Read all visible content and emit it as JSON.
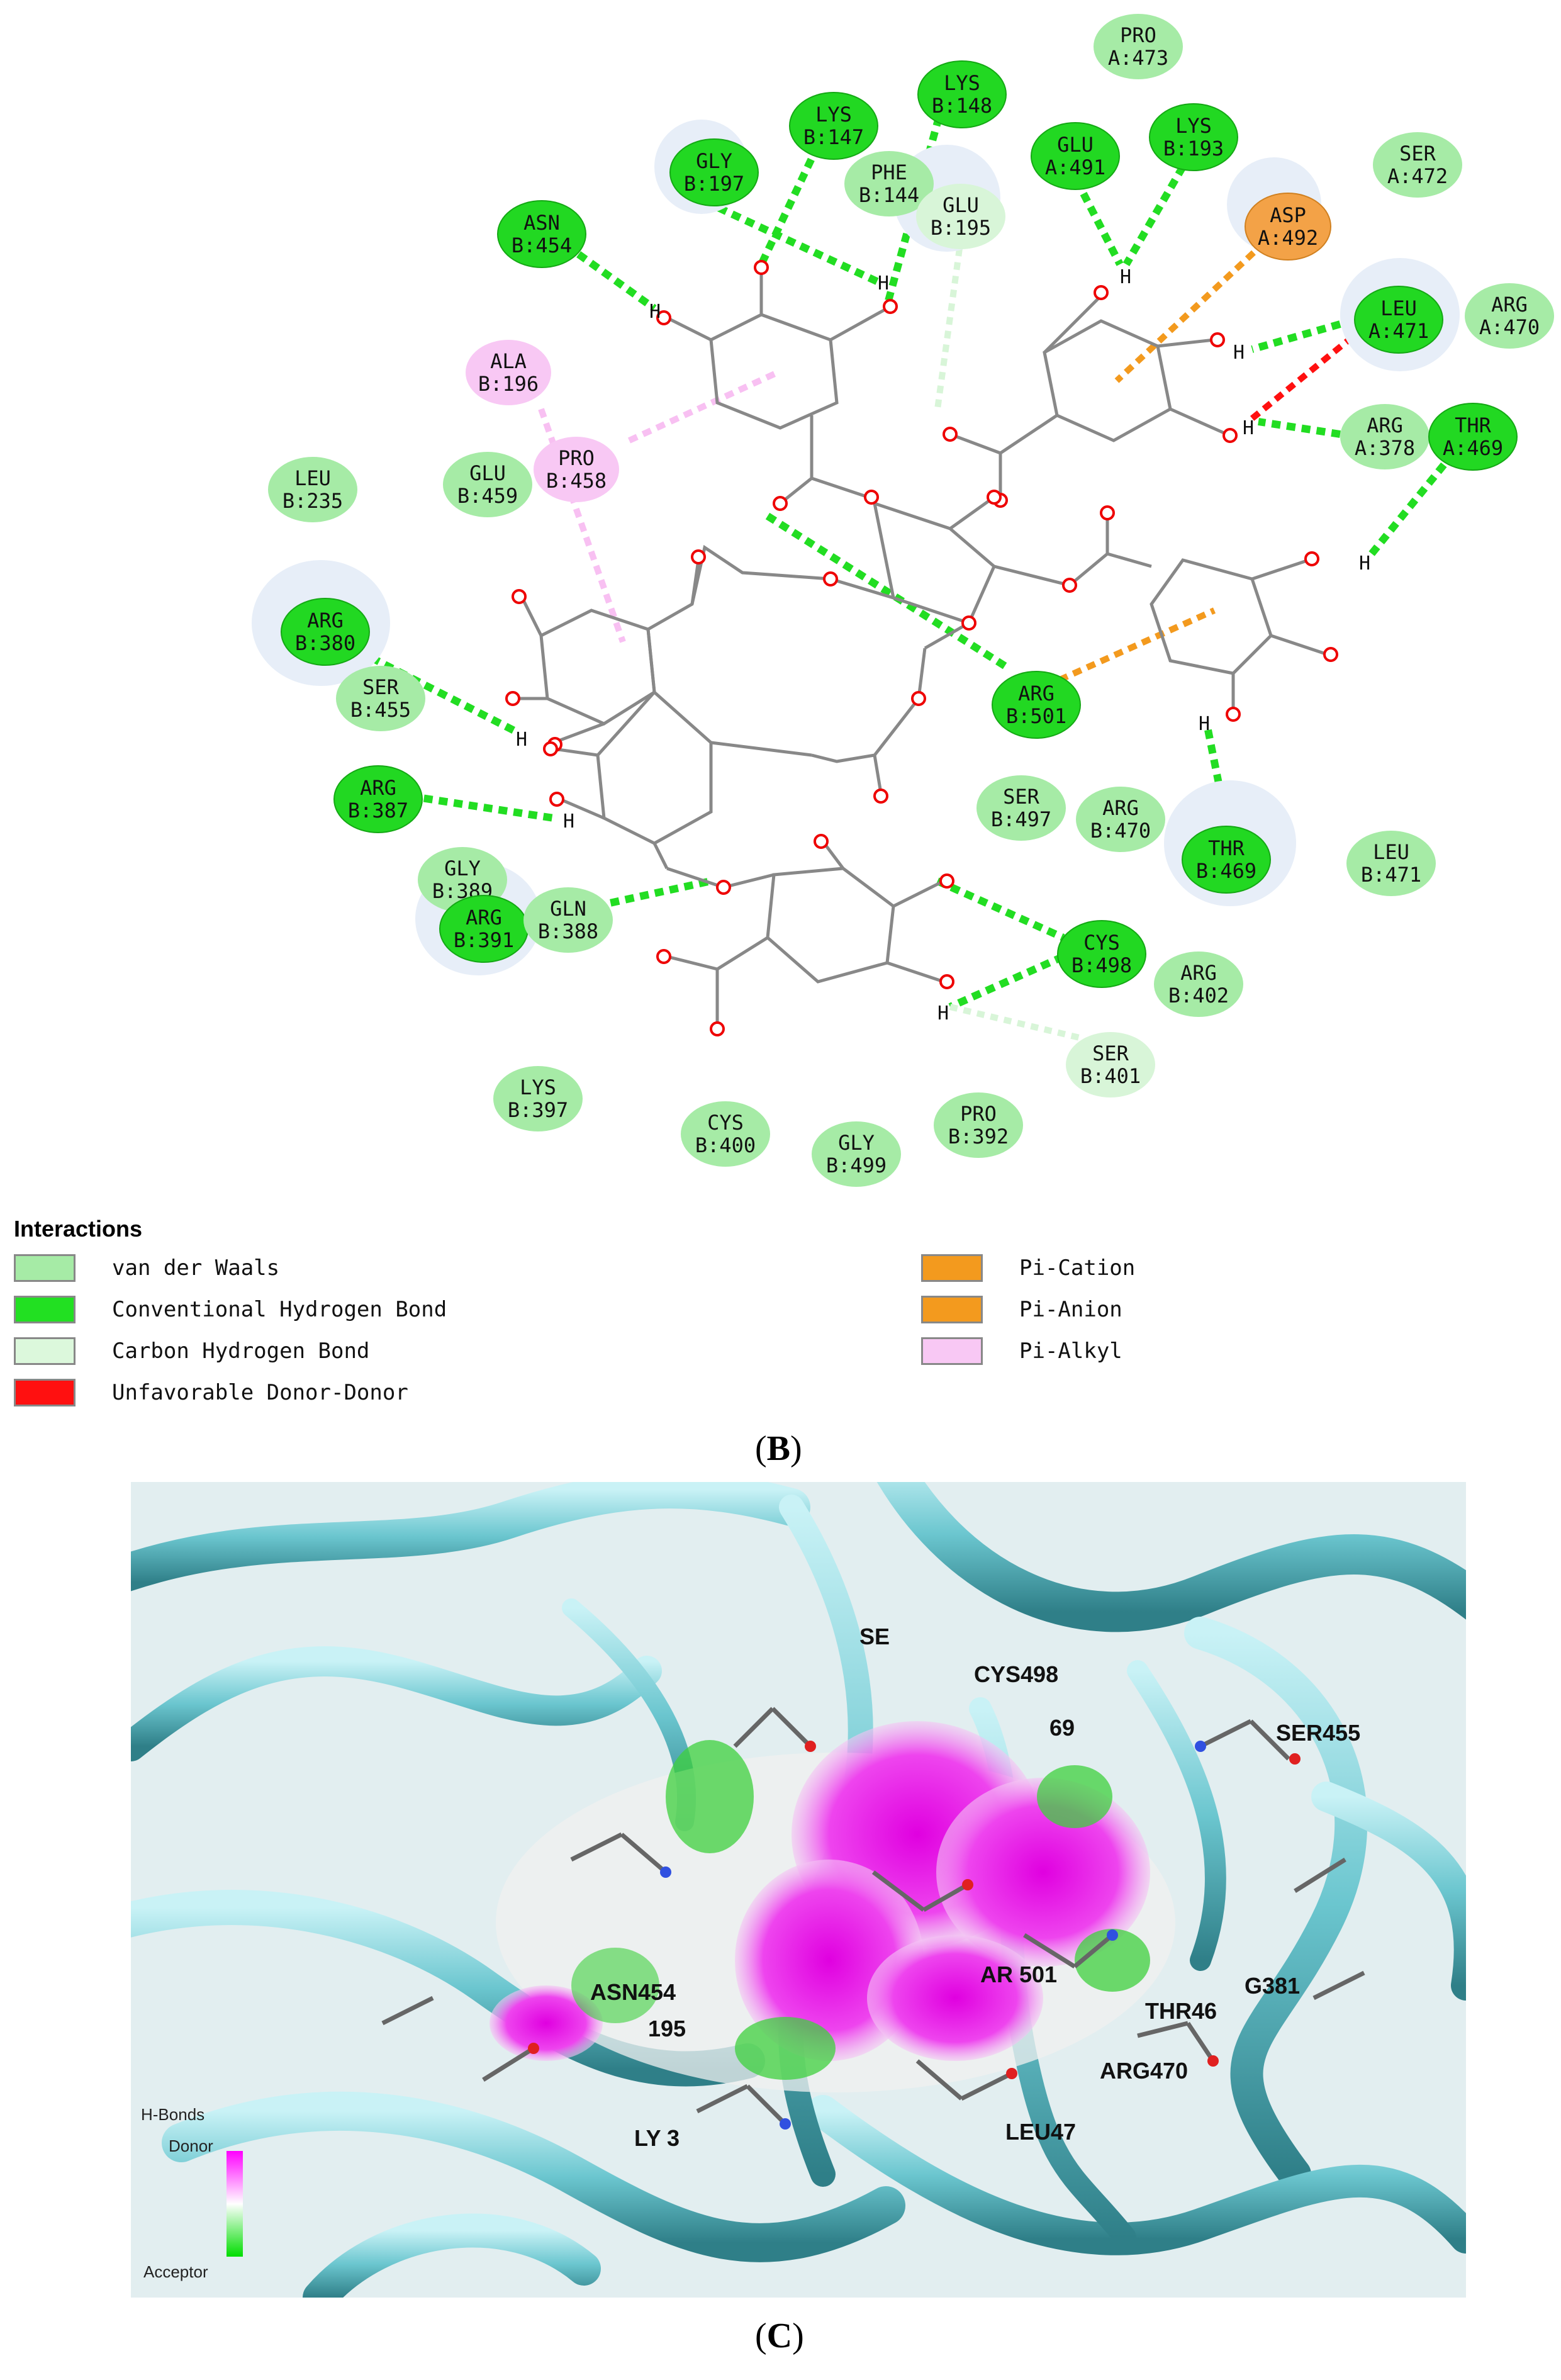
{
  "residues": [
    {
      "id": "PRO A:473",
      "l1": "PRO",
      "l2": "A:473",
      "type": "vdw"
    },
    {
      "id": "LYS B:148",
      "l1": "LYS",
      "l2": "B:148",
      "type": "hb"
    },
    {
      "id": "LYS B:147",
      "l1": "LYS",
      "l2": "B:147",
      "type": "hb"
    },
    {
      "id": "GLU A:491",
      "l1": "GLU",
      "l2": "A:491",
      "type": "hb"
    },
    {
      "id": "LYS B:193",
      "l1": "LYS",
      "l2": "B:193",
      "type": "hb"
    },
    {
      "id": "SER A:472",
      "l1": "SER",
      "l2": "A:472",
      "type": "vdw"
    },
    {
      "id": "GLY B:197",
      "l1": "GLY",
      "l2": "B:197",
      "type": "hb"
    },
    {
      "id": "PHE B:144",
      "l1": "PHE",
      "l2": "B:144",
      "type": "vdw"
    },
    {
      "id": "GLU B:195",
      "l1": "GLU",
      "l2": "B:195",
      "type": "ch"
    },
    {
      "id": "ASP A:492",
      "l1": "ASP",
      "l2": "A:492",
      "type": "pic"
    },
    {
      "id": "ASN B:454",
      "l1": "ASN",
      "l2": "B:454",
      "type": "hb"
    },
    {
      "id": "LEU A:471",
      "l1": "LEU",
      "l2": "A:471",
      "type": "hb"
    },
    {
      "id": "ARG A:470",
      "l1": "ARG",
      "l2": "A:470",
      "type": "vdw"
    },
    {
      "id": "ALA B:196",
      "l1": "ALA",
      "l2": "B:196",
      "type": "pia"
    },
    {
      "id": "PRO B:458",
      "l1": "PRO",
      "l2": "B:458",
      "type": "pia"
    },
    {
      "id": "ARG A:378",
      "l1": "ARG",
      "l2": "A:378",
      "type": "vdw"
    },
    {
      "id": "THR A:469",
      "l1": "THR",
      "l2": "A:469",
      "type": "hb"
    },
    {
      "id": "LEU B:235",
      "l1": "LEU",
      "l2": "B:235",
      "type": "vdw"
    },
    {
      "id": "GLU B:459",
      "l1": "GLU",
      "l2": "B:459",
      "type": "vdw"
    },
    {
      "id": "ARG B:380",
      "l1": "ARG",
      "l2": "B:380",
      "type": "hb"
    },
    {
      "id": "SER B:455",
      "l1": "SER",
      "l2": "B:455",
      "type": "vdw"
    },
    {
      "id": "ARG B:501",
      "l1": "ARG",
      "l2": "B:501",
      "type": "hb"
    },
    {
      "id": "ARG B:387",
      "l1": "ARG",
      "l2": "B:387",
      "type": "hb"
    },
    {
      "id": "SER B:497",
      "l1": "SER",
      "l2": "B:497",
      "type": "vdw"
    },
    {
      "id": "ARG B:470",
      "l1": "ARG",
      "l2": "B:470",
      "type": "vdw"
    },
    {
      "id": "THR B:469",
      "l1": "THR",
      "l2": "B:469",
      "type": "hb"
    },
    {
      "id": "LEU B:471",
      "l1": "LEU",
      "l2": "B:471",
      "type": "vdw"
    },
    {
      "id": "GLY B:389",
      "l1": "GLY",
      "l2": "B:389",
      "type": "vdw"
    },
    {
      "id": "ARG B:391",
      "l1": "ARG",
      "l2": "B:391",
      "type": "hb"
    },
    {
      "id": "GLN B:388",
      "l1": "GLN",
      "l2": "B:388",
      "type": "vdw"
    },
    {
      "id": "CYS B:498",
      "l1": "CYS",
      "l2": "B:498",
      "type": "hb"
    },
    {
      "id": "ARG B:402",
      "l1": "ARG",
      "l2": "B:402",
      "type": "vdw"
    },
    {
      "id": "SER B:401",
      "l1": "SER",
      "l2": "B:401",
      "type": "ch"
    },
    {
      "id": "LYS B:397",
      "l1": "LYS",
      "l2": "B:397",
      "type": "vdw"
    },
    {
      "id": "CYS B:400",
      "l1": "CYS",
      "l2": "B:400",
      "type": "vdw"
    },
    {
      "id": "GLY B:499",
      "l1": "GLY",
      "l2": "B:499",
      "type": "vdw"
    },
    {
      "id": "PRO B:392",
      "l1": "PRO",
      "l2": "B:392",
      "type": "vdw"
    }
  ],
  "legend": {
    "title": "Interactions",
    "items": [
      {
        "label": "van der Waals",
        "color": "#a6eba6"
      },
      {
        "label": "Conventional Hydrogen Bond",
        "color": "#22e022"
      },
      {
        "label": "Carbon Hydrogen Bond",
        "color": "#dcf8dc"
      },
      {
        "label": "Unfavorable Donor-Donor",
        "color": "#ff1010"
      },
      {
        "label": "Pi-Cation",
        "color": "#f39a1e"
      },
      {
        "label": "Pi-Anion",
        "color": "#f39a1e"
      },
      {
        "label": "Pi-Alkyl",
        "color": "#f8c8f4"
      }
    ]
  },
  "captions": {
    "b": "B",
    "c": "C"
  },
  "panel_c": {
    "labels": {
      "cys498": "CYS498",
      "ser455": "SER455",
      "asn454": "ASN454",
      "ar501": "AR 501",
      "thr46": "THR46",
      "g381": "G381",
      "arg470": "ARG470",
      "leu47": "LEU47",
      "ly": "LY 3",
      "se": "SE",
      "num": "69",
      "n195": "195"
    },
    "hbond_legend": {
      "title": "H-Bonds",
      "donor": "Donor",
      "acceptor": "Acceptor"
    }
  }
}
